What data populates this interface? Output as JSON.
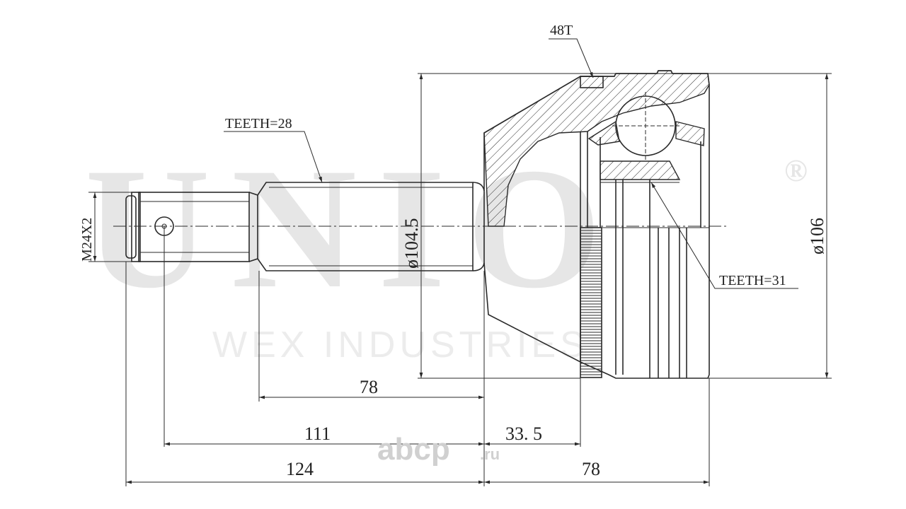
{
  "watermark": {
    "brand": "UNIO",
    "registered": "®",
    "company": "WEX INDUSTRIES",
    "site": "abcp",
    "site_suffix": ".ru"
  },
  "callouts": {
    "splines_outer": "48T",
    "teeth_shaft": "TEETH=28",
    "teeth_inner": "TEETH=31",
    "thread": "M24X2"
  },
  "dimensions": {
    "dia_shaft": "ø104.5",
    "dia_bell": "ø106",
    "len_shaft": "78",
    "len_111": "111",
    "len_33_5": "33. 5",
    "len_124": "124",
    "len_78_bell": "78"
  }
}
